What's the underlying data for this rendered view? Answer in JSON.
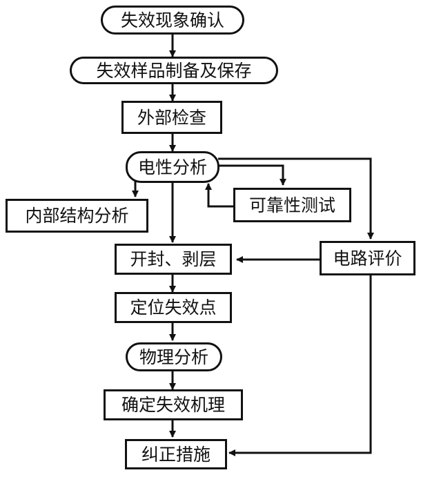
{
  "flowchart": {
    "nodes": {
      "confirm_phenomenon": "失效现象确认",
      "sample_prep": "失效样品制备及保存",
      "external_inspection": "外部检查",
      "electrical_analysis": "电性分析",
      "internal_structure": "内部结构分析",
      "reliability_test": "可靠性测试",
      "decap_delayer": "开封、剥层",
      "circuit_evaluation": "电路评价",
      "locate_failure_point": "定位失效点",
      "physical_analysis": "物理分析",
      "failure_mechanism": "确定失效机理",
      "corrective_action": "纠正措施"
    },
    "edges": [
      {
        "from": "confirm_phenomenon",
        "to": "sample_prep"
      },
      {
        "from": "sample_prep",
        "to": "external_inspection"
      },
      {
        "from": "external_inspection",
        "to": "electrical_analysis"
      },
      {
        "from": "electrical_analysis",
        "to": "internal_structure"
      },
      {
        "from": "electrical_analysis",
        "to": "decap_delayer"
      },
      {
        "from": "electrical_analysis",
        "to": "reliability_test"
      },
      {
        "from": "reliability_test",
        "to": "electrical_analysis"
      },
      {
        "from": "electrical_analysis",
        "to": "circuit_evaluation"
      },
      {
        "from": "circuit_evaluation",
        "to": "decap_delayer"
      },
      {
        "from": "circuit_evaluation",
        "to": "corrective_action"
      },
      {
        "from": "decap_delayer",
        "to": "locate_failure_point"
      },
      {
        "from": "locate_failure_point",
        "to": "physical_analysis"
      },
      {
        "from": "physical_analysis",
        "to": "failure_mechanism"
      },
      {
        "from": "failure_mechanism",
        "to": "corrective_action"
      }
    ],
    "colors": {
      "stroke": "#111111",
      "fill": "#ffffff"
    }
  }
}
